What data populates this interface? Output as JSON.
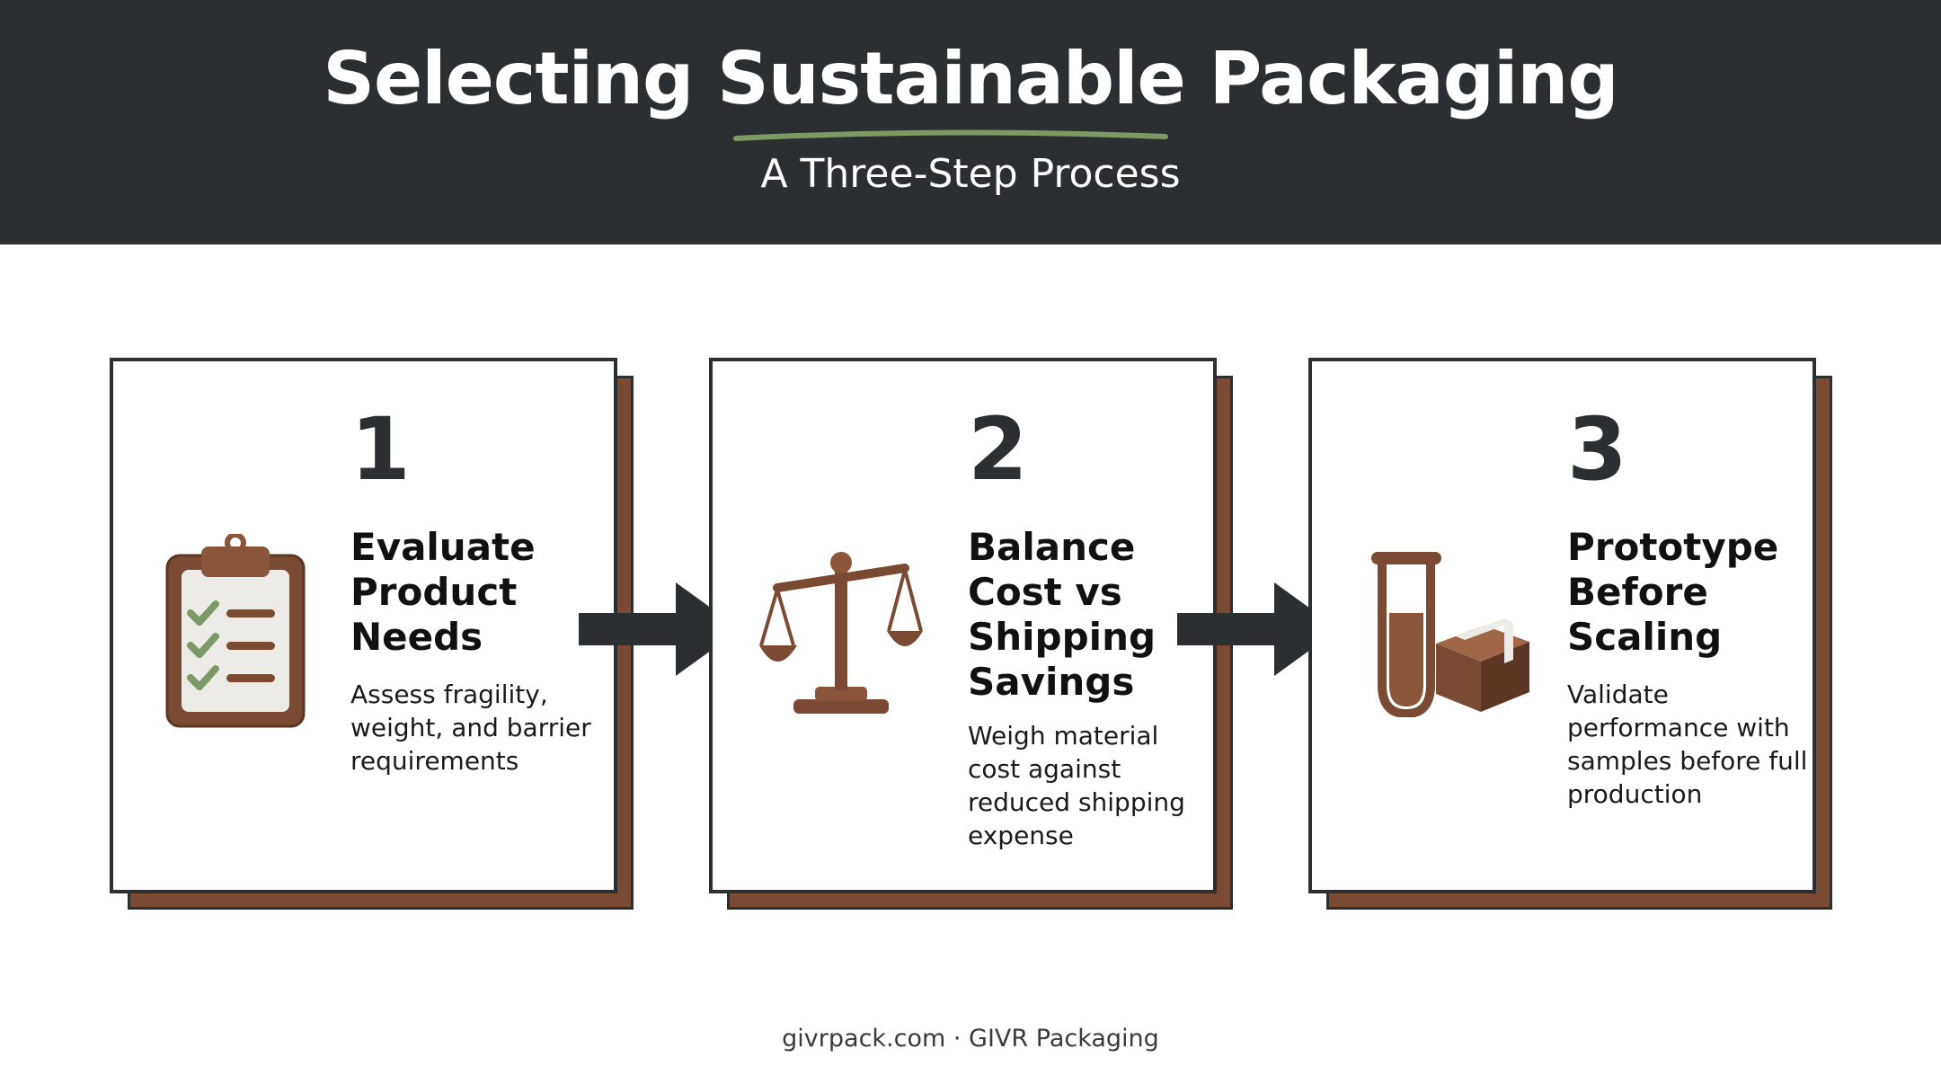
{
  "header": {
    "title": "Selecting Sustainable Packaging",
    "subtitle": "A Three-Step Process",
    "underline_color": "#7d9a66"
  },
  "steps": [
    {
      "number": "1",
      "title": "Evaluate Product Needs",
      "description": "Assess fragility, weight, and barrier requirements",
      "icon": "clipboard-checklist-icon"
    },
    {
      "number": "2",
      "title": "Balance Cost vs Shipping Savings",
      "description": "Weigh material cost against reduced shipping expense",
      "icon": "balance-scale-icon"
    },
    {
      "number": "3",
      "title": "Prototype Before Scaling",
      "description": "Validate performance with samples before full production",
      "icon": "test-tube-box-icon"
    }
  ],
  "footer": {
    "text": "givrpack.com · GIVR Packaging"
  },
  "colors": {
    "dark": "#2b2f31",
    "brown": "#7a4a32",
    "green": "#7d9a66",
    "white": "#ffffff"
  }
}
